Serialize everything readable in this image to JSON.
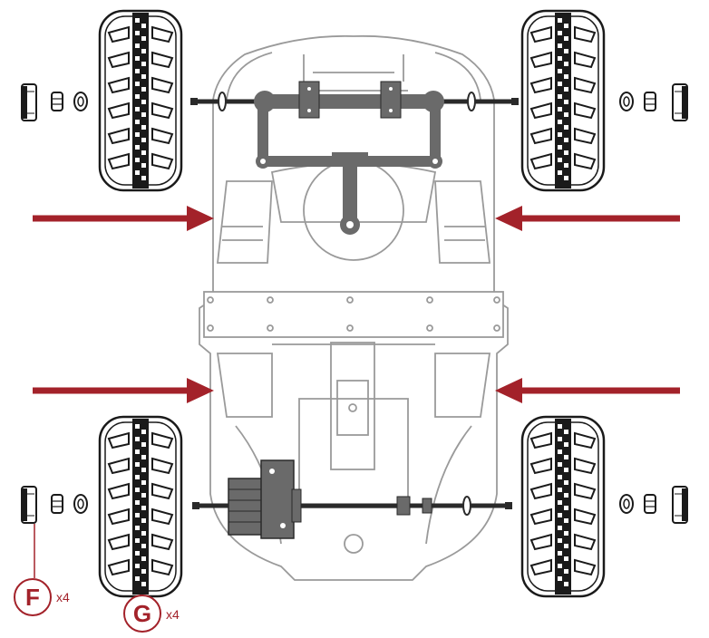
{
  "colors": {
    "accent": "#a3222a",
    "outline": "#9a9a9a",
    "ink": "#1a1a1a",
    "metal": "#6a6a6a"
  },
  "callouts": [
    {
      "letter": "F",
      "qty": "x4"
    },
    {
      "letter": "G",
      "qty": "x4"
    }
  ],
  "icons": [
    "arrow-right-icon",
    "arrow-left-icon",
    "wheel-icon",
    "hub-cap-icon",
    "nut-icon",
    "washer-icon"
  ]
}
